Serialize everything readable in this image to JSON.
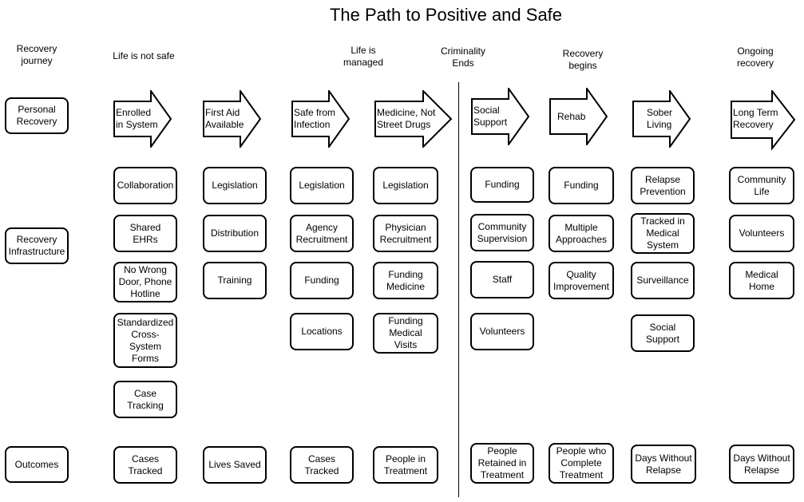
{
  "title": "The Path to Positive and Safe",
  "headers": {
    "recovery_journey": "Recovery\njourney",
    "life_not_safe": "Life is not safe",
    "life_managed": "Life is\nmanaged",
    "criminality_ends": "Criminality\nEnds",
    "recovery_begins": "Recovery\nbegins",
    "ongoing_recovery": "Ongoing\nrecovery"
  },
  "row_labels": {
    "personal": "Personal\nRecovery",
    "infrastructure": "Recovery\nInfrastructure",
    "outcomes": "Outcomes"
  },
  "arrows": [
    "Enrolled\nin System",
    "First Aid\nAvailable",
    "Safe from\nInfection",
    "Medicine, Not\nStreet Drugs",
    "Social\nSupport",
    "Rehab",
    "Sober\nLiving",
    "Long  Term\nRecovery"
  ],
  "infrastructure": {
    "col1": [
      "Collaboration",
      "Shared\nEHRs",
      "No Wrong\nDoor,  Phone\nHotline",
      "Standardized\nCross-\nSystem\nForms",
      "Case\nTracking"
    ],
    "col2": [
      "Legislation",
      "Distribution",
      "Training"
    ],
    "col3": [
      "Legislation",
      "Agency\nRecruitment",
      "Funding",
      "Locations"
    ],
    "col4": [
      "Legislation",
      "Physician\nRecruitment",
      "Funding\nMedicine",
      "Funding\nMedical\nVisits"
    ],
    "col5": [
      "Funding",
      "Community\nSupervision",
      "Staff",
      "Volunteers"
    ],
    "col6": [
      "Funding",
      "Multiple\nApproaches",
      "Quality\nImprovement"
    ],
    "col7": [
      "Relapse\nPrevention",
      "Tracked in\nMedical\nSystem",
      "Surveillance",
      "Social\nSupport"
    ],
    "col8": [
      "Community\nLife",
      "Volunteers",
      "Medical\nHome"
    ]
  },
  "outcomes": [
    "Cases\nTracked",
    "Lives Saved",
    "Cases\nTracked",
    "People in\nTreatment",
    "People\nRetained in\nTreatment",
    "People who\nComplete\nTreatment",
    "Days Without\nRelapse",
    "Days Without\nRelapse"
  ]
}
